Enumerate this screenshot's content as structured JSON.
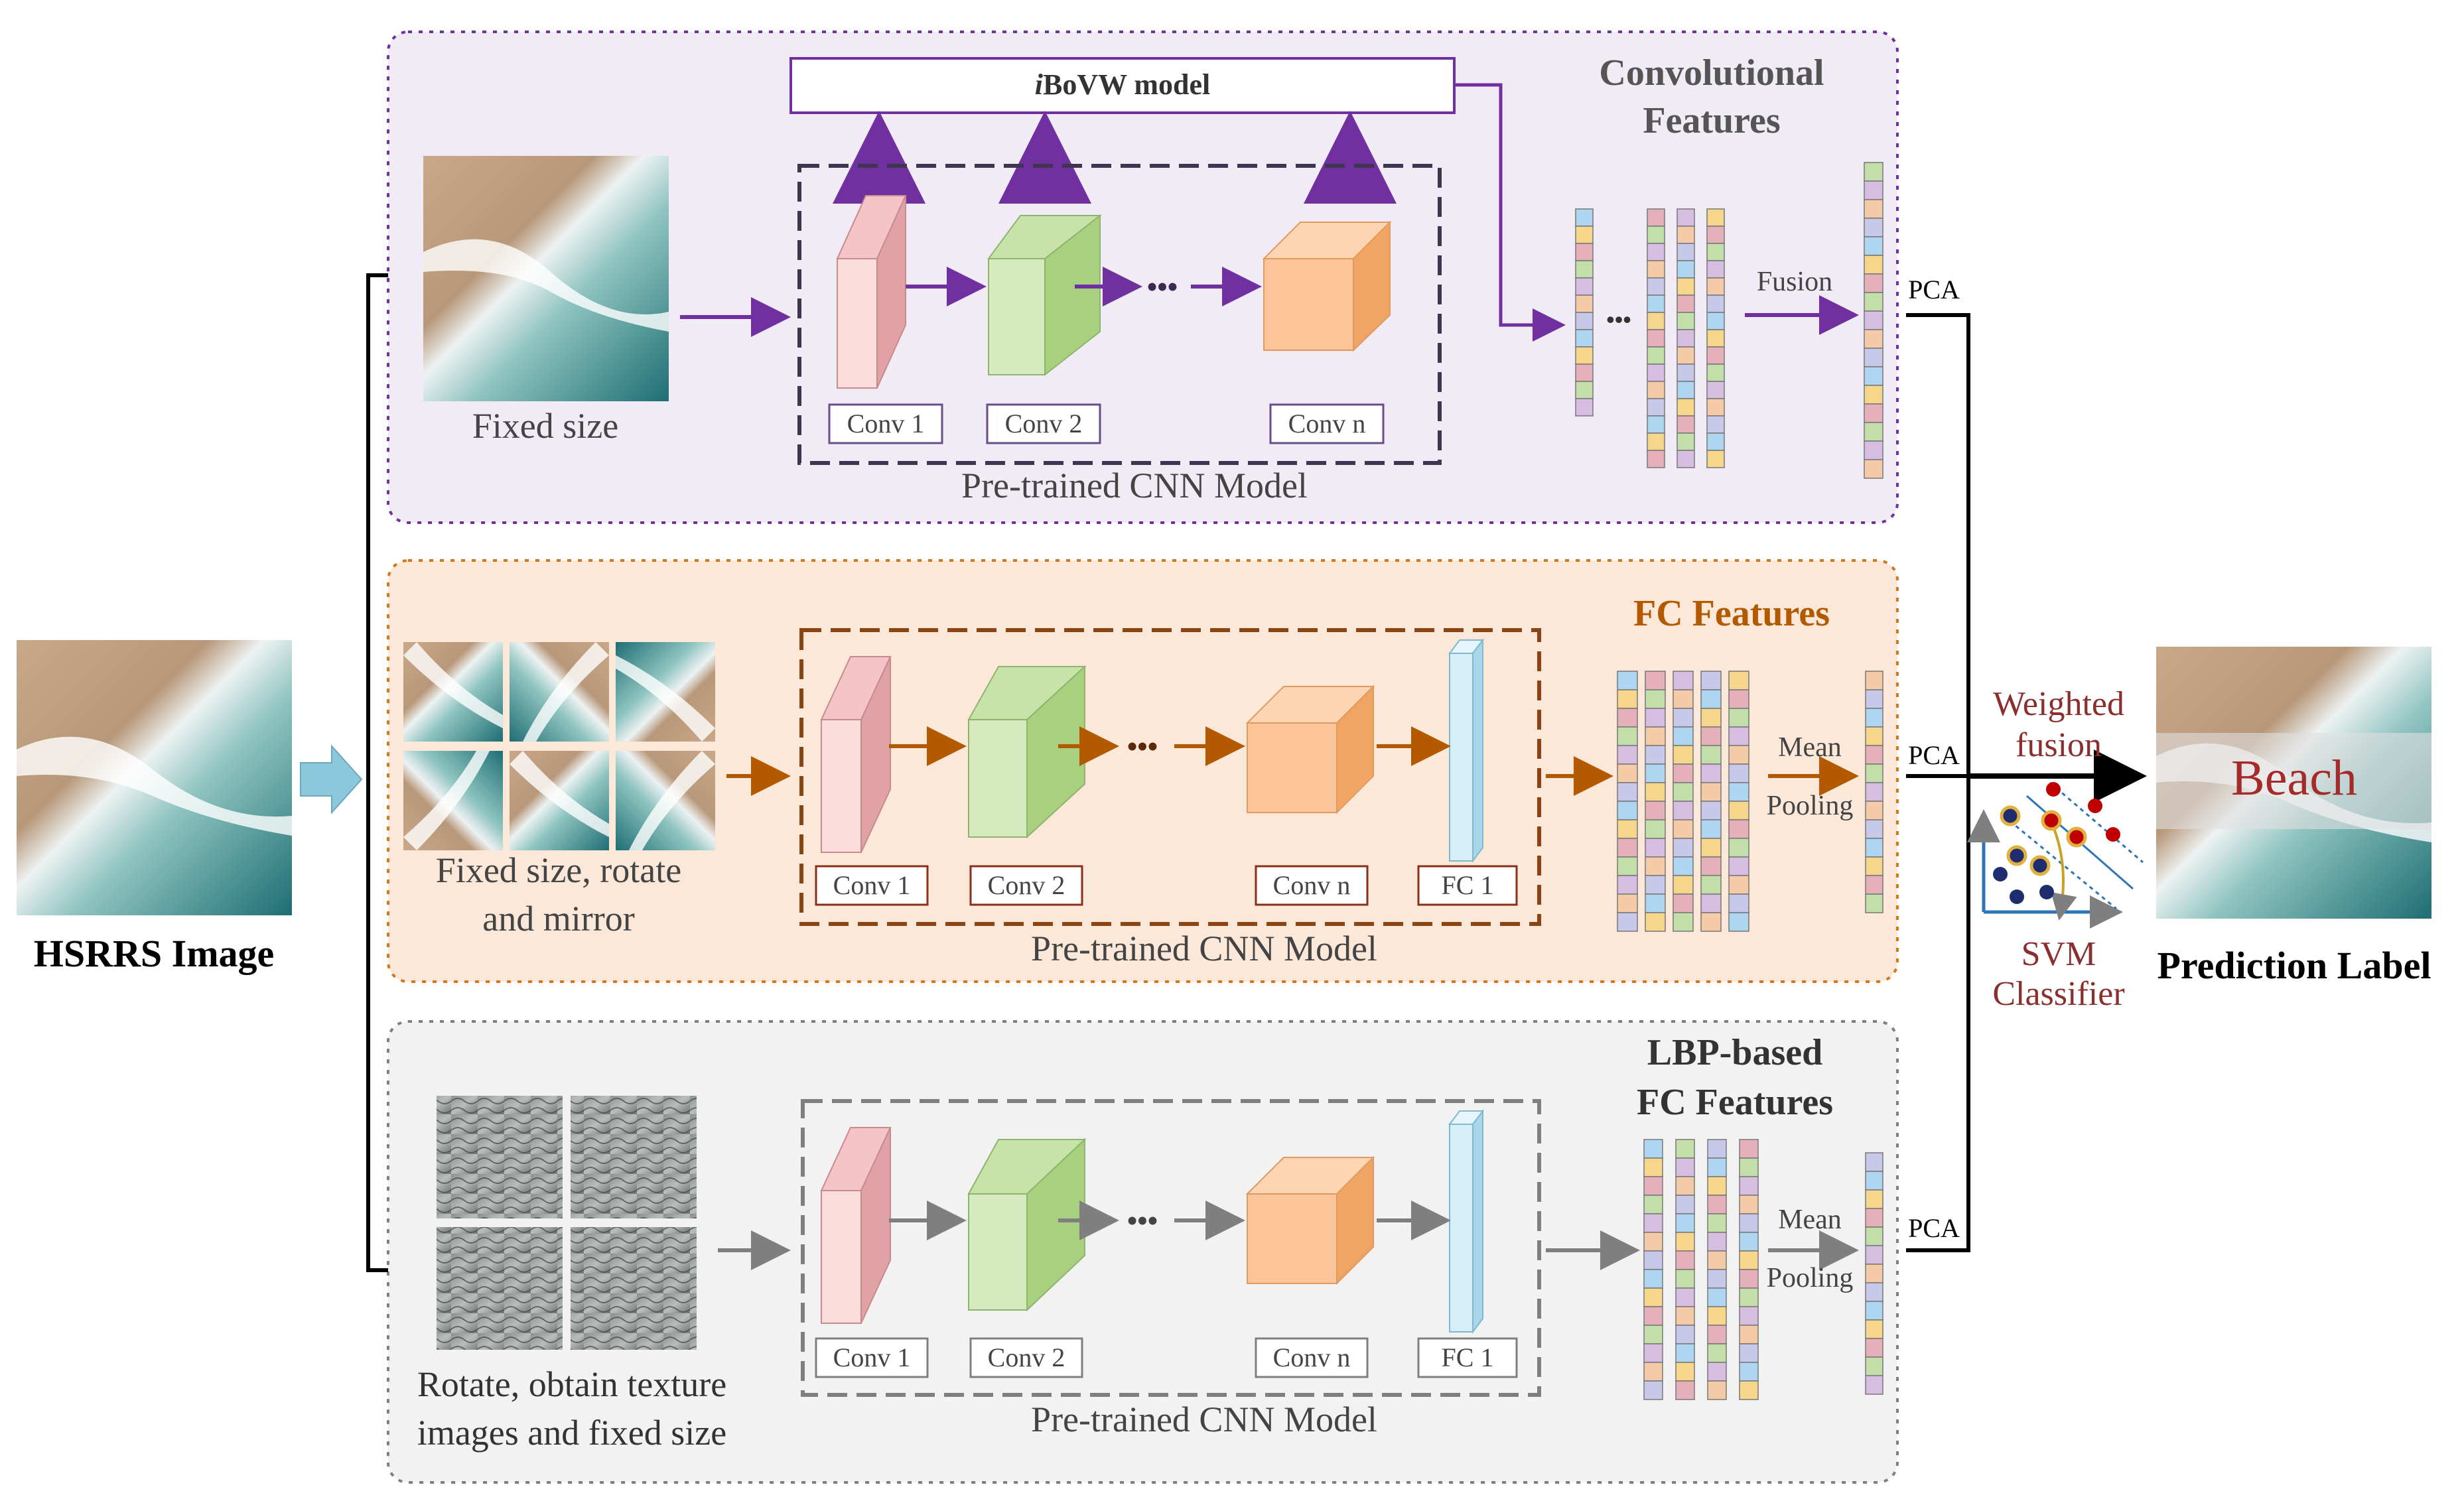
{
  "colors": {
    "purple": "#7030A0",
    "orange": "#B35A00",
    "gray": "#7F7F7F",
    "dark_red": "#8B2E2E",
    "black": "#000000",
    "panel1_fill": "#F0EBF5",
    "panel2_fill": "#FCE8D8",
    "panel3_fill": "#F2F2F2",
    "conv1_color": "#E6A8AC",
    "conv2_color": "#B7D99A",
    "convn_color": "#F8B37A",
    "fc_color": "#BFE3F2",
    "feature_cell_colors": [
      "#AED6F1",
      "#F6D68A",
      "#E6B0BA",
      "#C3DFA9",
      "#D7BDE2",
      "#F5CBA7",
      "#C8C8E8"
    ]
  },
  "input": {
    "label": "HSRRS Image",
    "image_icon": "beach-image"
  },
  "output": {
    "label": "Prediction Label",
    "class_name": "Beach",
    "image_icon": "beach-image"
  },
  "fusion": {
    "label_line1": "Weighted",
    "label_line2": "fusion",
    "classifier_line1": "SVM",
    "classifier_line2": "Classifier",
    "classifier_icon": "svm-scatter-icon"
  },
  "branch_conv": {
    "title_line1": "Convolutional",
    "title_line2": "Features",
    "input_caption": "Fixed size",
    "model_label": "Pre-trained CNN Model",
    "bovw_label_prefix": "i",
    "bovw_label_rest": "BoVW model",
    "layers": [
      "Conv 1",
      "Conv 2",
      "Conv n"
    ],
    "ellipsis": "•••",
    "dots_between_vectors": "•••",
    "fusion_label": "Fusion",
    "pca_label": "PCA"
  },
  "branch_fc": {
    "title": "FC Features",
    "input_caption_line1": "Fixed size, rotate",
    "input_caption_line2": "and mirror",
    "model_label": "Pre-trained CNN Model",
    "layers": [
      "Conv 1",
      "Conv 2",
      "Conv n",
      "FC 1"
    ],
    "ellipsis": "•••",
    "pool_line1": "Mean",
    "pool_line2": "Pooling",
    "pca_label": "PCA"
  },
  "branch_lbp": {
    "title_line1": "LBP-based",
    "title_line2": "FC Features",
    "input_caption_line1": "Rotate, obtain texture",
    "input_caption_line2": "images and fixed size",
    "model_label": "Pre-trained CNN Model",
    "layers": [
      "Conv 1",
      "Conv 2",
      "Conv n",
      "FC 1"
    ],
    "ellipsis": "•••",
    "pool_line1": "Mean",
    "pool_line2": "Pooling",
    "pca_label": "PCA"
  }
}
